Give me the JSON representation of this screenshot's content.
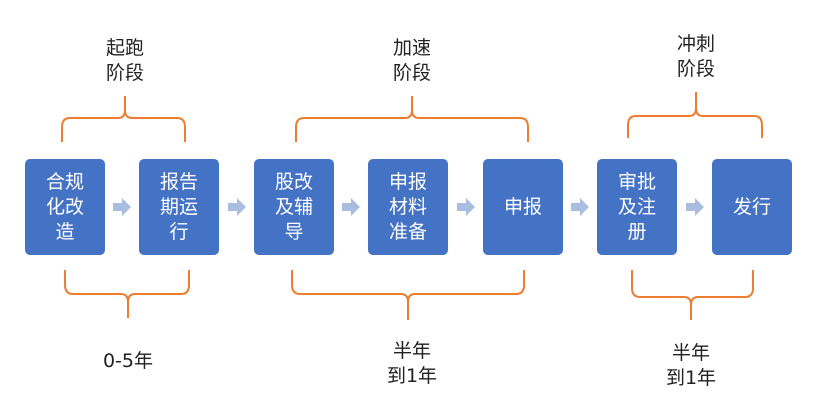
{
  "phases": [
    {
      "title": "起跑\n阶段",
      "duration": "0-5年"
    },
    {
      "title": "加速\n阶段",
      "duration": "半年\n到1年"
    },
    {
      "title": "冲刺\n阶段",
      "duration": "半年\n到1年"
    }
  ],
  "steps": [
    {
      "label": "合规\n化改\n造"
    },
    {
      "label": "报告\n期运\n行"
    },
    {
      "label": "股改\n及辅\n导"
    },
    {
      "label": "申报\n材料\n准备"
    },
    {
      "label": "申报"
    },
    {
      "label": "审批\n及注\n册"
    },
    {
      "label": "发行"
    }
  ],
  "colors": {
    "box_fill": "#4472c4",
    "box_text": "#ffffff",
    "bracket": "#ed7d31",
    "arrow": "#a9bde0"
  }
}
